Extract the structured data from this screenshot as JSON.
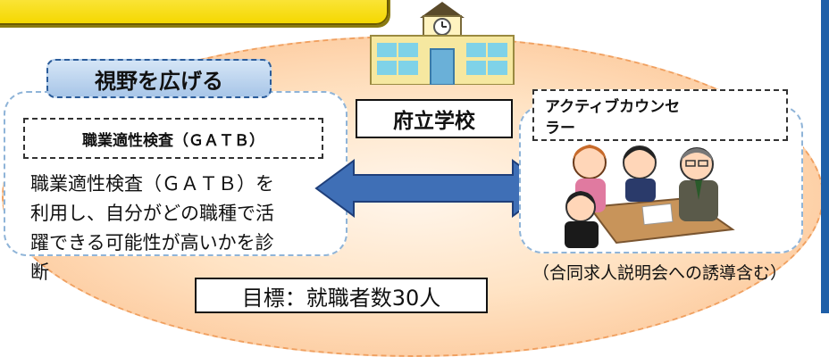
{
  "vision_label": "視野を広げる",
  "gatb": {
    "title": "職業適性検査（ＧＡＴＢ）",
    "description_lines": [
      "職業適性検査（ＧＡＴＢ）を",
      "利用し、自分がどの職種で活",
      "躍できる可能性が高いかを診",
      "断"
    ]
  },
  "school_label": "府立学校",
  "counselor": {
    "title_lines": [
      "アクティブカウンセ",
      "ラー"
    ]
  },
  "note": "（合同求人説明会への誘導含む）",
  "goal": "目標：就職者数30人",
  "colors": {
    "banner_yellow": "#f5d800",
    "ellipse_orange": "#fbbb86",
    "panel_border": "#8fb4d8",
    "vision_tag_blue": "#a8c6e8",
    "arrow_blue": "#3f6fb6",
    "edge_blue": "#1e5fa8"
  }
}
